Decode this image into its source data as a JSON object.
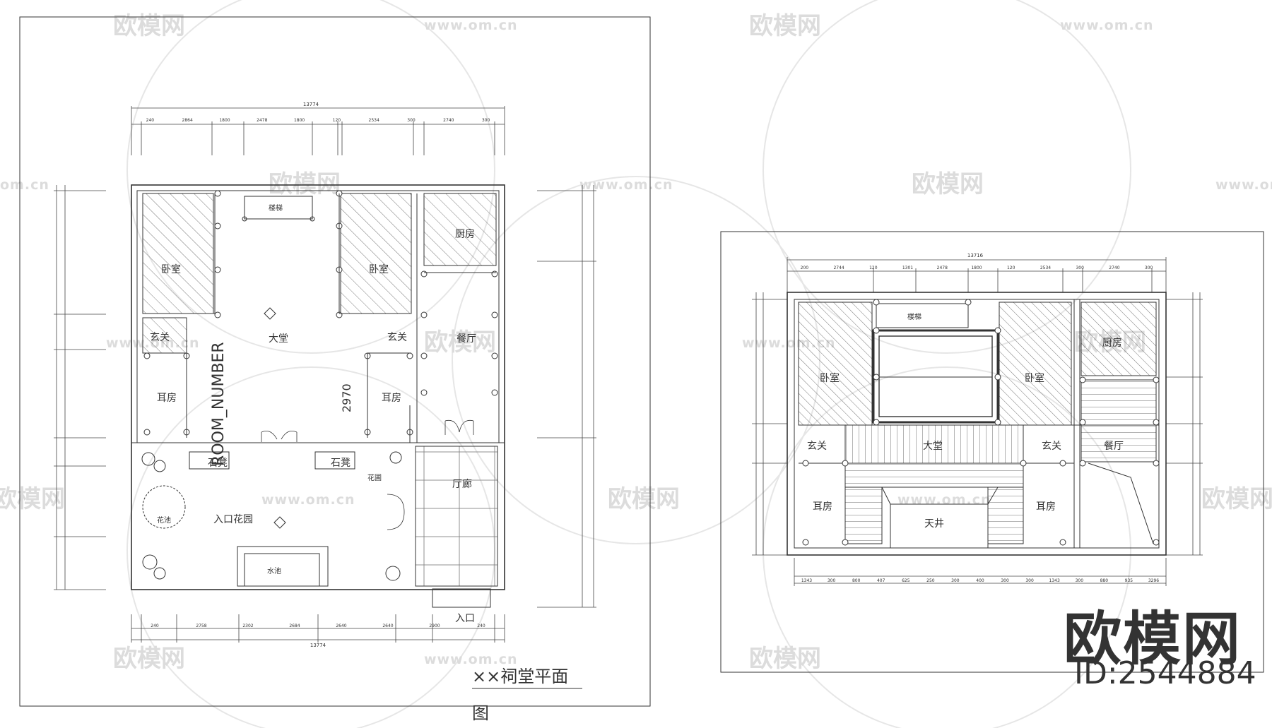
{
  "watermark": {
    "logo_text": "欧模网",
    "url_text": "www.om.cn",
    "url_short": "om.cn",
    "big_text": "欧模网",
    "id_text": "ID:2544884"
  },
  "plan_left": {
    "title": "××祠堂平面",
    "title_tail": "图",
    "overall_dim": "13774",
    "rooms": {
      "stair": "楼梯",
      "bedroom_l": "卧室",
      "bedroom_r": "卧室",
      "kitchen": "厨房",
      "hall": "大堂",
      "foyer_l": "玄关",
      "foyer_r": "玄关",
      "side_room_l": "耳房",
      "side_room_r": "耳房",
      "dining": "餐厅",
      "lobby": "厅廊",
      "garden": "入口花园",
      "stone_seat_l": "石凳",
      "stone_seat_r": "石凳",
      "flower_bed": "花池",
      "flower_bed_r": "花圃",
      "pond": "水池",
      "entrance": "入口",
      "room_number": "ROOM_NUMBER",
      "dim_2970": "2970"
    },
    "top_dims": [
      "240",
      "2864",
      "1800",
      "2478",
      "1800",
      "120",
      "2534",
      "300",
      "2740",
      "300"
    ],
    "bottom_dims": [
      "240",
      "2758",
      "2302",
      "2684",
      "2640",
      "2640",
      "2900",
      "240"
    ]
  },
  "plan_right": {
    "overall_dim": "13716",
    "rooms": {
      "stair": "楼梯",
      "bedroom_l": "卧室",
      "bedroom_r": "卧室",
      "kitchen": "厨房",
      "hall": "大堂",
      "foyer_l": "玄关",
      "foyer_r": "玄关",
      "side_room_l": "耳房",
      "side_room_r": "耳房",
      "dining": "餐厅",
      "courtyard": "天井"
    },
    "top_dims": [
      "200",
      "2744",
      "120",
      "1301",
      "2478",
      "1800",
      "120",
      "2534",
      "300",
      "2740",
      "300"
    ],
    "bottom_dims": [
      "1343",
      "300",
      "800",
      "407",
      "625",
      "250",
      "300",
      "400",
      "300",
      "300",
      "1343",
      "300",
      "880",
      "935",
      "3296"
    ]
  }
}
